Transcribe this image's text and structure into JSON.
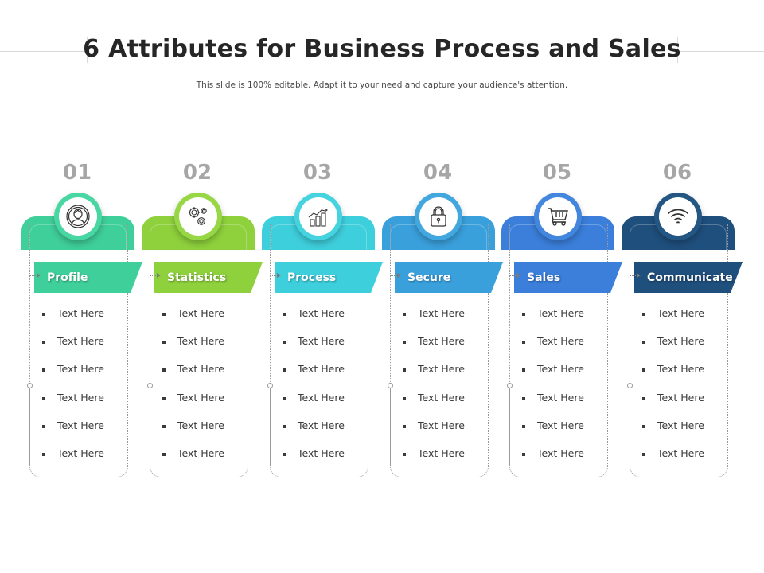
{
  "header": {
    "title": "6 Attributes for Business Process and Sales",
    "subtitle": "This slide is 100% editable. Adapt it to your need and capture your audience's attention."
  },
  "attributes": [
    {
      "number": "01",
      "label": "Profile",
      "icon": "user-profile-icon",
      "color": "#3fcf9a",
      "ring": "#48d6a2",
      "items": [
        "Text Here",
        "Text Here",
        "Text Here",
        "Text Here",
        "Text Here",
        "Text Here"
      ]
    },
    {
      "number": "02",
      "label": "Statistics",
      "icon": "gears-icon",
      "color": "#8ed13c",
      "ring": "#97d645",
      "items": [
        "Text Here",
        "Text Here",
        "Text Here",
        "Text Here",
        "Text Here",
        "Text Here"
      ]
    },
    {
      "number": "03",
      "label": "Process",
      "icon": "growth-chart-icon",
      "color": "#3ecfdd",
      "ring": "#46d3e0",
      "items": [
        "Text Here",
        "Text Here",
        "Text Here",
        "Text Here",
        "Text Here",
        "Text Here"
      ]
    },
    {
      "number": "04",
      "label": "Secure",
      "icon": "padlock-icon",
      "color": "#3aa0dc",
      "ring": "#42a6df",
      "items": [
        "Text Here",
        "Text Here",
        "Text Here",
        "Text Here",
        "Text Here",
        "Text Here"
      ]
    },
    {
      "number": "05",
      "label": "Sales",
      "icon": "shopping-cart-icon",
      "color": "#3b7fdb",
      "ring": "#4386de",
      "items": [
        "Text Here",
        "Text Here",
        "Text Here",
        "Text Here",
        "Text Here",
        "Text Here"
      ]
    },
    {
      "number": "06",
      "label": "Communicate",
      "icon": "wifi-icon",
      "color": "#1f4f7d",
      "ring": "#245684",
      "items": [
        "Text Here",
        "Text Here",
        "Text Here",
        "Text Here",
        "Text Here",
        "Text Here"
      ]
    }
  ]
}
